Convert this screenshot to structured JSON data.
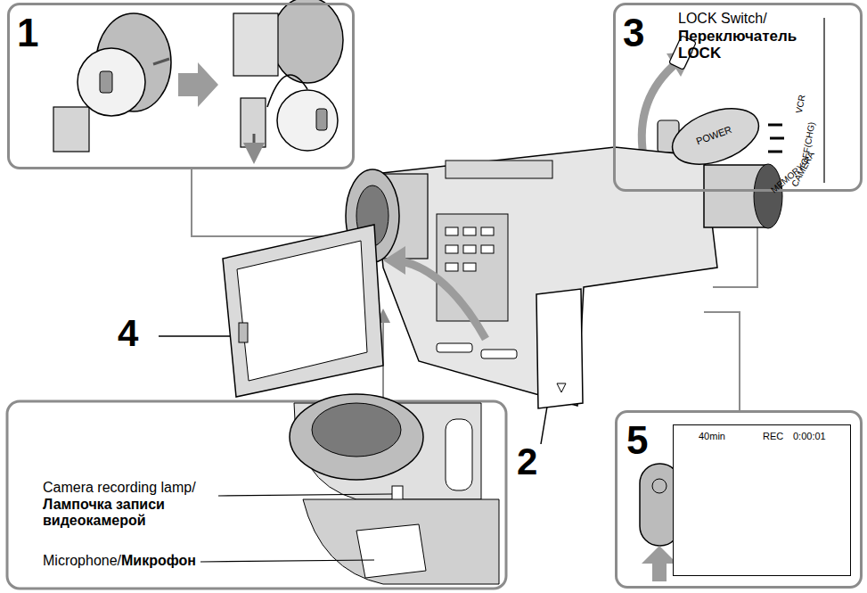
{
  "diagram": {
    "nodes": [
      {
        "text": [
          "1"
        ]
      },
      {
        "text": [
          "3",
          "LOCK Switch/",
          "Переключатель LOCK",
          "VCR",
          "OFF(CHG)",
          "CAMERA",
          "MEMORY"
        ]
      },
      {
        "text": [
          "POWER"
        ],
        "in": 1
      },
      {
        "text": [
          "5"
        ]
      },
      {
        "text": [
          "40min",
          "REC",
          "0:00:01"
        ],
        "in": 3
      }
    ],
    "labels": [
      "4",
      "2",
      "Camera recording lamp/",
      "Лампочка записи видеокамерой",
      "Microphone/",
      "Микрофон"
    ]
  }
}
